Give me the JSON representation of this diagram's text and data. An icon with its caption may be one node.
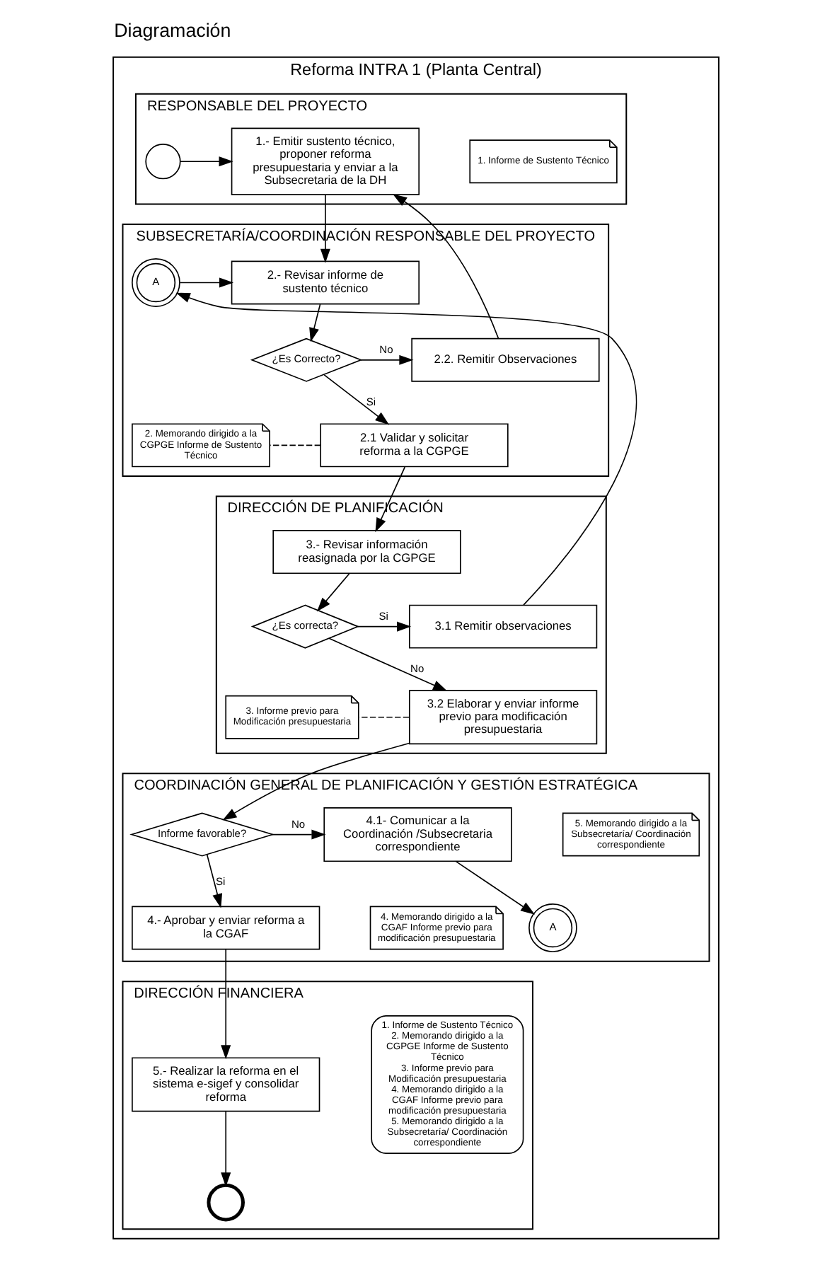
{
  "diagram": {
    "title": "Diagramación",
    "nodes": [
      {
        "text": [
          "Reforma INTRA 1 (Planta Central)"
        ]
      },
      {
        "text": [
          "RESPONSABLE DEL PROYECTO"
        ],
        "in": 0
      },
      {
        "text": [],
        "shape": "circle",
        "in": 1
      },
      {
        "text": [
          "1.- Emitir sustento técnico, proponer reforma presupuestaria y enviar a la Subsecretaria de la DH"
        ],
        "in": 1
      },
      {
        "text": [
          "1. Informe de Sustento Técnico"
        ],
        "in": 1
      },
      {
        "text": [
          "SUBSECRETARÍA/COORDINACIÓN RESPONSABLE DEL PROYECTO"
        ],
        "in": 0
      },
      {
        "text": [
          "A"
        ],
        "in": 5
      },
      {
        "text": [
          "2.- Revisar informe de sustento técnico"
        ],
        "in": 5
      },
      {
        "text": [
          "¿Es Correcto?"
        ],
        "in": 5
      },
      {
        "text": [
          "2.2. Remitir Observaciones"
        ],
        "in": 5
      },
      {
        "text": [
          "2.1 Validar y solicitar reforma a la CGPGE"
        ],
        "in": 5
      },
      {
        "text": [
          "2. Memorando dirigido a la CGPGE Informe de Sustento Técnico"
        ],
        "in": 5
      },
      {
        "text": [
          "COORDINACIÓN GENERAL DE PLANIFICACIÓN Y GESTIÓN ESTRATÉGICA"
        ],
        "in": 0
      },
      {
        "text": [
          "Informe favorable?"
        ],
        "in": 12
      },
      {
        "text": [
          "4.1- Comunicar a la Coordinación /Subsecretaria correspondiente"
        ],
        "in": 12
      },
      {
        "text": [
          "5. Memorando dirigido a la Subsecretaría/ Coordinación correspondiente"
        ],
        "in": 12
      },
      {
        "text": [
          "A"
        ],
        "in": 12
      },
      {
        "text": [
          "4.- Aprobar y enviar reforma a la CGAF"
        ],
        "in": 12
      },
      {
        "text": [
          "4. Memorando dirigido a la CGAF Informe previo para modificación presupuestaria"
        ],
        "in": 12
      },
      {
        "text": [
          "DIRECCIÓN DE PLANIFICACIÓN"
        ],
        "in": 0
      },
      {
        "text": [
          "3.- Revisar información reasignada por la CGPGE"
        ],
        "in": 19
      },
      {
        "text": [
          "¿Es correcta?"
        ],
        "in": 19
      },
      {
        "text": [
          "3.1 Remitir observaciones"
        ],
        "in": 19
      },
      {
        "text": [
          "3.2 Elaborar y enviar informe previo para modificación presupuestaria"
        ],
        "in": 19
      },
      {
        "text": [
          "3. Informe previo para Modificación presupuestaria"
        ],
        "in": 19
      },
      {
        "text": [
          "DIRECCIÓN FINANCIERA"
        ],
        "in": 0
      },
      {
        "text": [
          "5.- Realizar la reforma en el sistema e-sigef y consolidar reforma"
        ],
        "in": 25
      },
      {
        "text": [],
        "shape": "circle",
        "in": 25
      },
      {
        "text": [
          "1. Informe de Sustento Técnico",
          "2. Memorando dirigido a la CGPGE Informe de Sustento Técnico",
          "3. Informe previo para Modificación presupuestaria",
          "4. Memorando dirigido a la CGAF Informe previo para modificación presupuestaria",
          "5. Memorando dirigido a la Subsecretaría/ Coordinación correspondiente"
        ],
        "in": 25
      }
    ],
    "edges": [
      {
        "from": 2,
        "to": 3,
        "arrow": "to"
      },
      {
        "from": 3,
        "to": 7,
        "arrow": "to"
      },
      {
        "from": 6,
        "to": 7,
        "arrow": "to"
      },
      {
        "from": 7,
        "to": 8,
        "arrow": "to"
      },
      {
        "from": 8,
        "to": 9,
        "label": "No",
        "arrow": "to"
      },
      {
        "from": 9,
        "to": 3,
        "arrow": "to"
      },
      {
        "from": 8,
        "to": 10,
        "label": "Si",
        "arrow": "to"
      },
      {
        "from": 10,
        "to": 11,
        "arrow": "none",
        "style": "dashed"
      },
      {
        "from": 10,
        "to": 20,
        "arrow": "to"
      },
      {
        "from": 20,
        "to": 21,
        "arrow": "to"
      },
      {
        "from": 21,
        "to": 22,
        "label": "Si",
        "arrow": "to"
      },
      {
        "from": 22,
        "to": 6,
        "arrow": "to"
      },
      {
        "from": 21,
        "to": 23,
        "label": "No",
        "arrow": "to"
      },
      {
        "from": 23,
        "to": 24,
        "arrow": "none",
        "style": "dashed"
      },
      {
        "from": 23,
        "to": 13,
        "arrow": "to"
      },
      {
        "from": 13,
        "to": 14,
        "label": "No",
        "arrow": "to"
      },
      {
        "from": 14,
        "to": 16,
        "arrow": "to"
      },
      {
        "from": 13,
        "to": 17,
        "label": "Si",
        "arrow": "to"
      },
      {
        "from": 17,
        "to": 26,
        "arrow": "to"
      },
      {
        "from": 26,
        "to": 27,
        "arrow": "to"
      }
    ]
  }
}
